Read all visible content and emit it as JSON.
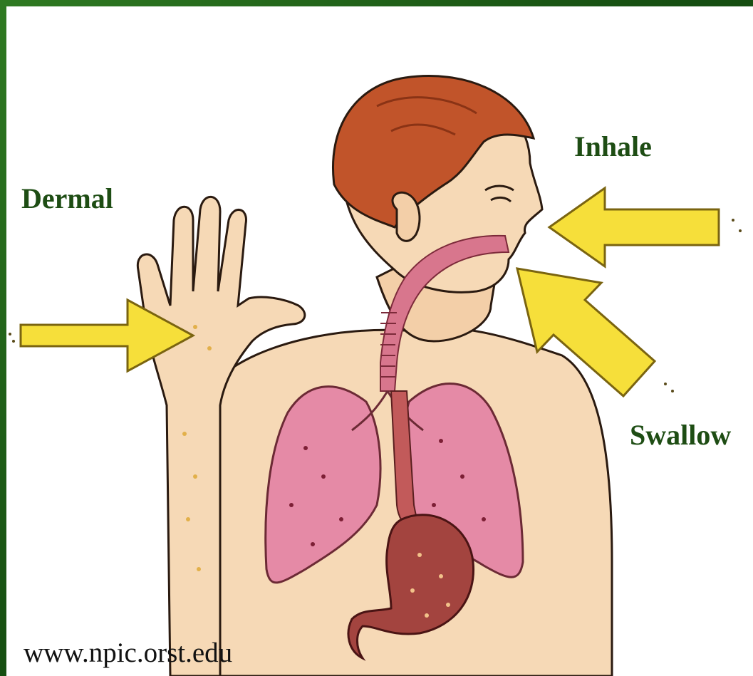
{
  "labels": {
    "dermal": "Dermal",
    "inhale": "Inhale",
    "swallow": "Swallow"
  },
  "source_text": "www.npic.orst.edu",
  "colors": {
    "background_green": "#1f5a16",
    "label_green": "#1e4d14",
    "arrow_yellow": "#f6df3a",
    "hair": "#c1542a",
    "skin": "#f6d9b6",
    "lungs": "#e58aa6",
    "stomach": "#a3443f"
  },
  "icons": [
    "hand-illustration",
    "head-illustration",
    "lungs-illustration",
    "stomach-illustration",
    "arrow-icon"
  ]
}
